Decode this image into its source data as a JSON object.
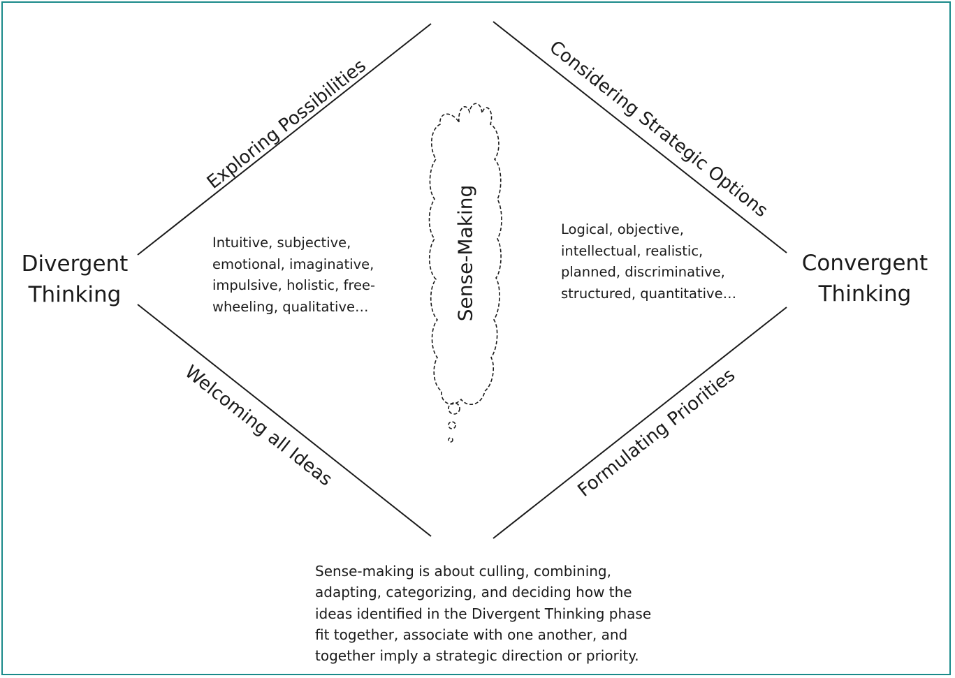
{
  "left_node": {
    "lines": [
      "Divergent",
      "Thinking"
    ]
  },
  "right_node": {
    "lines": [
      "Convergent",
      "Thinking"
    ]
  },
  "edges": {
    "top_left": "Exploring Possibilities",
    "top_right": "Considering Strategic Options",
    "bottom_left": "Welcoming all Ideas",
    "bottom_right": "Formulating Priorities"
  },
  "center": {
    "cloud_label": "Sense-Making"
  },
  "left_traits": [
    "Intuitive, subjective,",
    "emotional, imaginative,",
    "impulsive, holistic, free-",
    "wheeling, qualitative…"
  ],
  "right_traits": [
    "Logical, objective,",
    "intellectual, realistic,",
    "planned, discriminative,",
    "structured, quantitative…"
  ],
  "footer": [
    "Sense-making is about culling, combining,",
    "adapting, categorizing, and deciding how the",
    "ideas identified in the Divergent Thinking phase",
    "fit together, associate with one another, and",
    "together imply a strategic direction or priority."
  ],
  "colors": {
    "frame": "#1a8a8a",
    "text": "#1a1a1a",
    "lines": "#1a1a1a"
  }
}
